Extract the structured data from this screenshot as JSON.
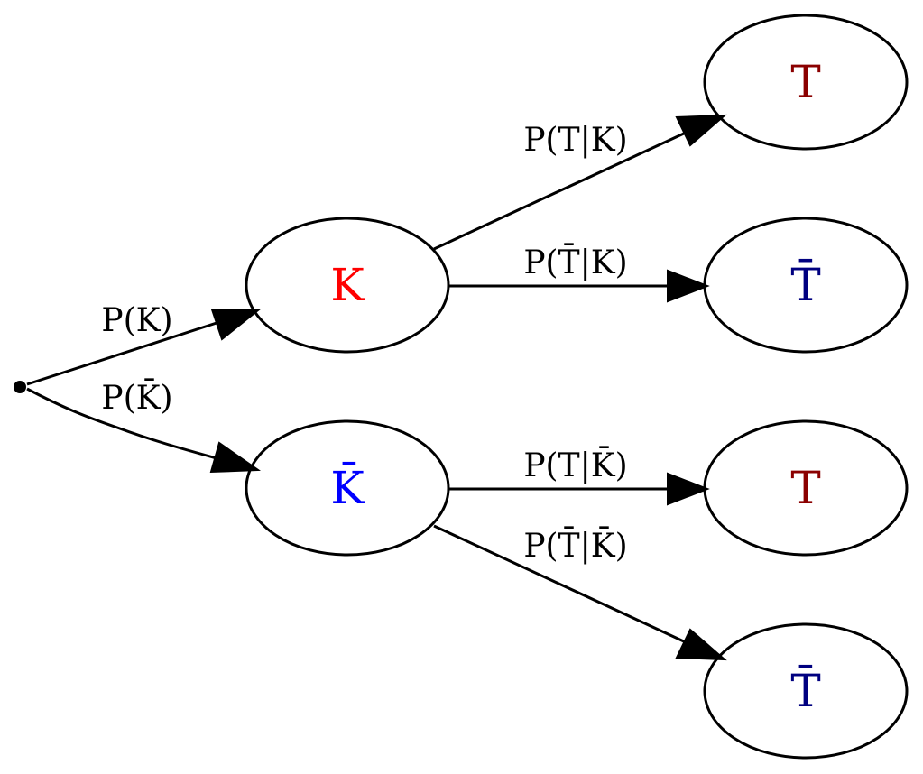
{
  "diagram": {
    "nodes": {
      "k": {
        "label": "K",
        "color": "#ff0000"
      },
      "k_bar": {
        "label": "K̄",
        "color": "#0000ff"
      },
      "k_t": {
        "label": "T",
        "color": "#8b0000"
      },
      "k_t_bar": {
        "label": "T̄",
        "color": "#000080"
      },
      "kbar_t": {
        "label": "T",
        "color": "#8b0000"
      },
      "kbar_t_bar": {
        "label": "T̄",
        "color": "#000080"
      }
    },
    "edges": {
      "root_k": "P(K)",
      "root_kbar": "P(K̄)",
      "k_t": "P(T|K)",
      "k_tbar": "P(T̄|K)",
      "kbar_t": "P(T|K̄)",
      "kbar_tbar": "P(T̄|K̄)"
    }
  }
}
